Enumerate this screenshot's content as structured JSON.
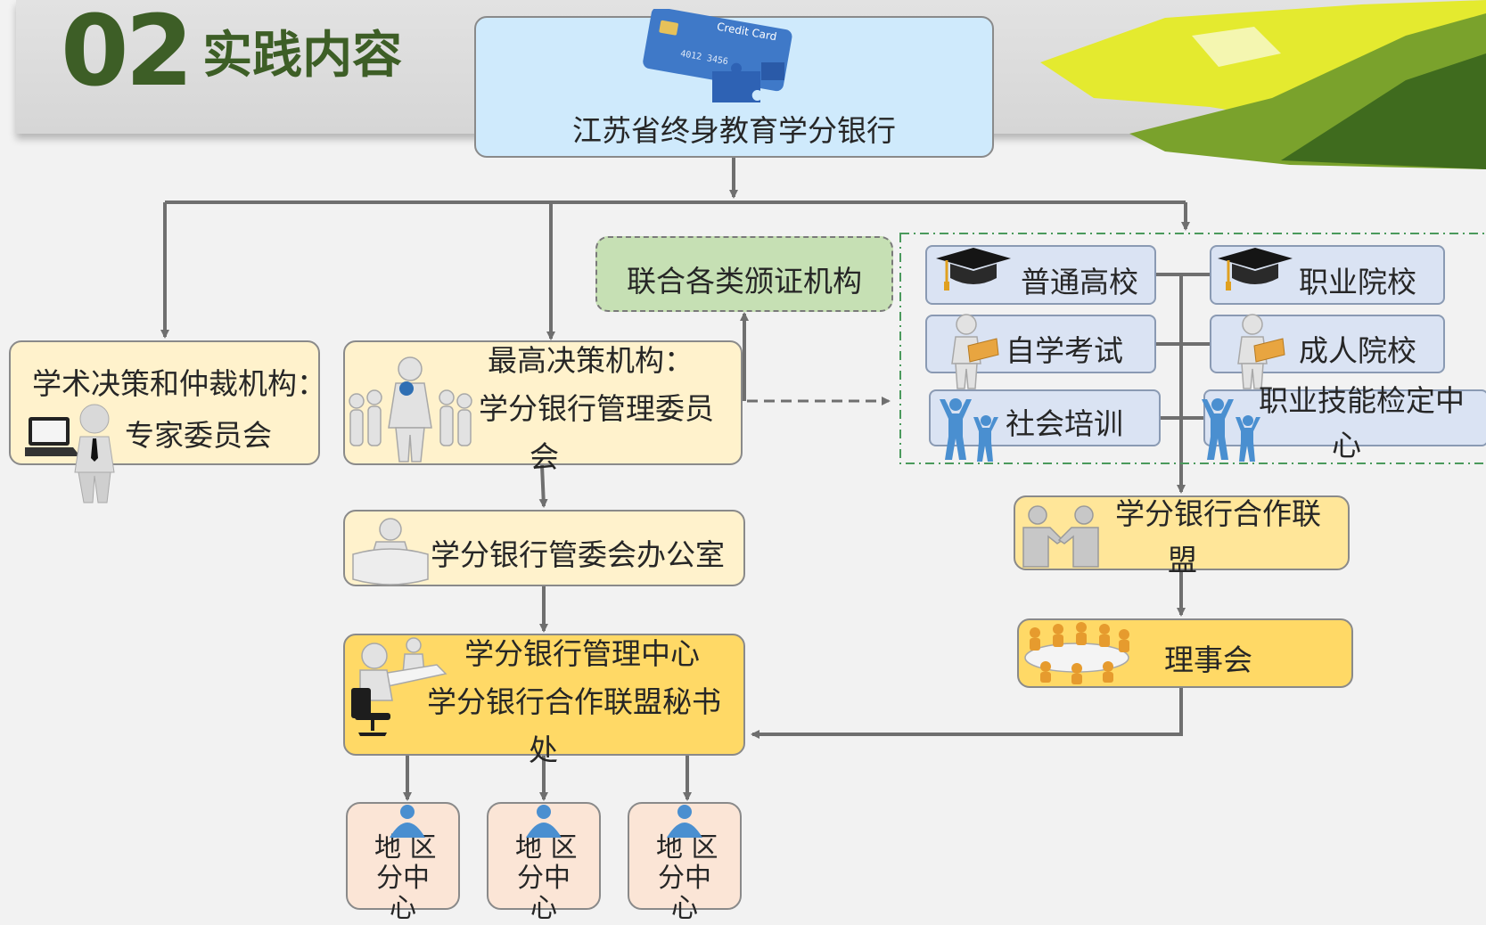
{
  "section_num": "02",
  "section_title": "实践内容",
  "card_text": "Credit Card",
  "root": "江苏省终身教育学分银行",
  "academic": {
    "line1": "学术决策和仲裁机构：",
    "line2": "专家委员会"
  },
  "committee": {
    "line1": "最高决策机构：",
    "line2": "学分银行管理委员",
    "line3": "会"
  },
  "cert_orgs": "联合各类颁证机构",
  "institutions": {
    "general_university": "普通高校",
    "vocational_college": "职业院校",
    "self_study_exam": "自学考试",
    "adult_college": "成人院校",
    "social_training": "社会培训",
    "skill_center_line1": "职业技能检定中",
    "skill_center_line2": "心"
  },
  "office": "学分银行管委会办公室",
  "center": {
    "line1": "学分银行管理中心",
    "line2": "学分银行合作联盟秘书",
    "line3": "处"
  },
  "alliance": {
    "line1": "学分银行合作联",
    "line2": "盟"
  },
  "council": "理事会",
  "branches": [
    {
      "line1": "地  区",
      "line2": "分中",
      "line3": "心"
    },
    {
      "line1": "地  区",
      "line2": "分中",
      "line3": "心"
    },
    {
      "line1": "地  区",
      "line2": "分中",
      "line3": "心"
    }
  ],
  "colors": {
    "heading_green": "#3d5e26",
    "root_fill": "#cfeafc",
    "pale_yellow": "#fff2cc",
    "gold": "#ffd966",
    "cert_green": "#c6e0b4",
    "inst_blue": "#dae3f3",
    "branch_pink": "#fbe5d6",
    "connector": "#6f6f6f",
    "dashed_border": "#4a9a5c"
  }
}
